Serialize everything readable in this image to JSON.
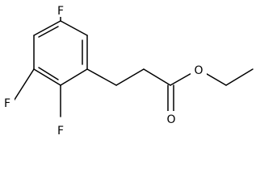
{
  "molecule": {
    "atoms": [
      {
        "id": "F_top",
        "symbol": "F"
      },
      {
        "id": "F_left",
        "symbol": "F"
      },
      {
        "id": "F_bottom",
        "symbol": "F"
      },
      {
        "id": "O_ester",
        "symbol": "O"
      },
      {
        "id": "O_carbonyl",
        "symbol": "O"
      }
    ]
  }
}
